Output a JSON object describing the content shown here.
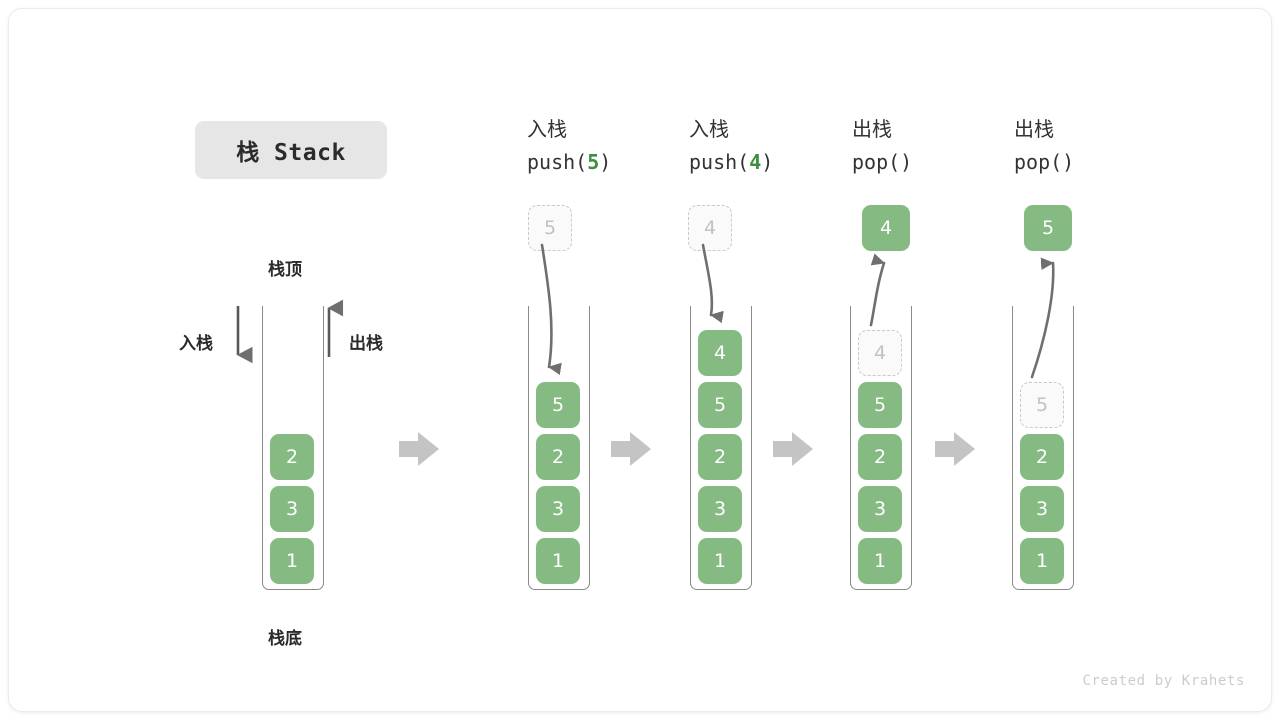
{
  "title_badge": "栈 Stack",
  "labels": {
    "top": "栈顶",
    "bottom": "栈底",
    "push": "入栈",
    "pop": "出栈"
  },
  "credit": "Created by Krahets",
  "colors": {
    "cell_fill": "#85bb82",
    "cell_text": "#ffffff",
    "ghost_border": "#c9c9c9",
    "ghost_text": "#c2c2c2",
    "accent_green": "#3e8e41",
    "arrow_gray": "#c4c4c4",
    "stroke_gray": "#6f6f6f",
    "badge_bg": "#e6e6e6"
  },
  "initial_stack": {
    "name": "initial",
    "cells": [
      "2",
      "3",
      "1"
    ]
  },
  "steps": [
    {
      "id": "push-5",
      "op_cn": "入栈",
      "op_code_prefix": "push(",
      "op_arg": "5",
      "op_code_suffix": ")",
      "incoming_ghost": "5",
      "cells": [
        "5",
        "2",
        "3",
        "1"
      ],
      "ghost_top": null,
      "popped": null
    },
    {
      "id": "push-4",
      "op_cn": "入栈",
      "op_code_prefix": "push(",
      "op_arg": "4",
      "op_code_suffix": ")",
      "incoming_ghost": "4",
      "cells": [
        "4",
        "5",
        "2",
        "3",
        "1"
      ],
      "ghost_top": null,
      "popped": null
    },
    {
      "id": "pop-4",
      "op_cn": "出栈",
      "op_code_prefix": "pop(",
      "op_arg": "",
      "op_code_suffix": ")",
      "incoming_ghost": null,
      "cells": [
        "5",
        "2",
        "3",
        "1"
      ],
      "ghost_top": "4",
      "popped": "4"
    },
    {
      "id": "pop-5",
      "op_cn": "出栈",
      "op_code_prefix": "pop(",
      "op_arg": "",
      "op_code_suffix": ")",
      "incoming_ghost": null,
      "cells": [
        "2",
        "3",
        "1"
      ],
      "ghost_top": "5",
      "popped": "5"
    }
  ]
}
